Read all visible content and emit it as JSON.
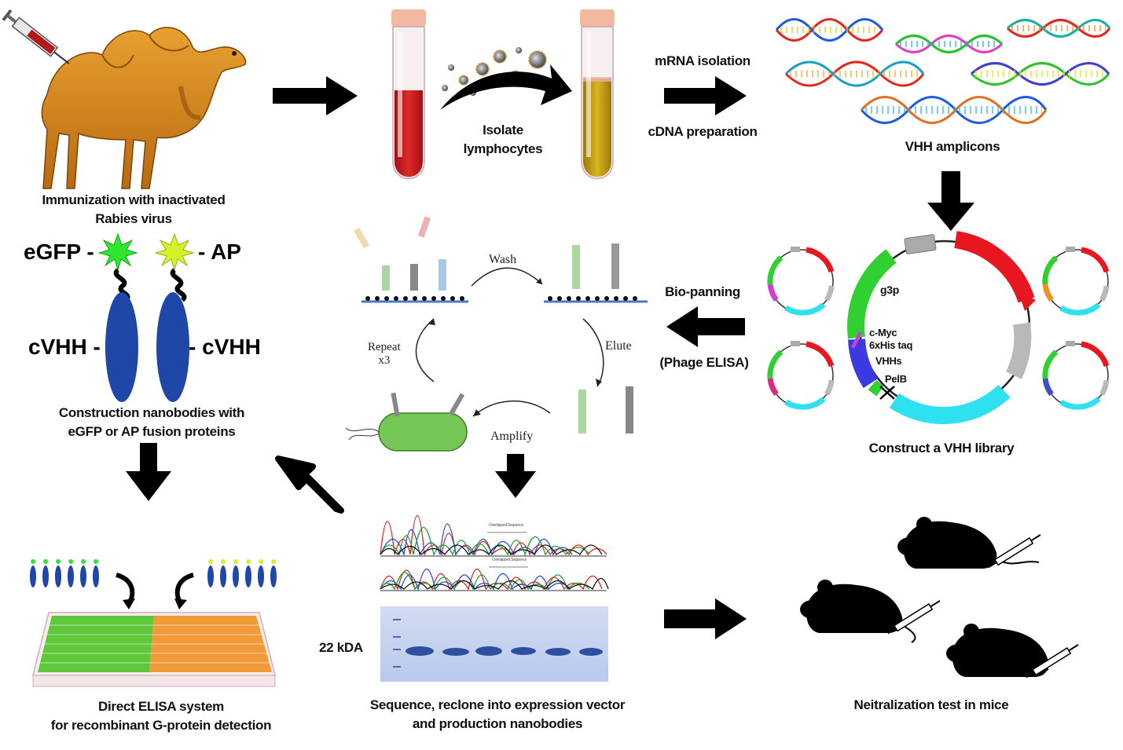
{
  "labels": {
    "immunization_l1": "Immunization with inactivated",
    "immunization_l2": "Rabies virus",
    "isolate_l1": "Isolate",
    "isolate_l2": "lymphocytes",
    "mrna": "mRNA isolation",
    "cdna": "cDNA preparation",
    "vhh_amplicons": "VHH amplicons",
    "biopanning": "Bio-panning",
    "phage_elisa": "(Phage ELISA)",
    "construct_library": "Construct a VHH library",
    "wash": "Wash",
    "elute": "Elute",
    "amplify": "Amplify",
    "repeat_l1": "Repeat",
    "repeat_l2": "x3",
    "egfp": "eGFP -",
    "ap": "- AP",
    "cvhh_left": "cVHH -",
    "cvhh_right": "- cVHH",
    "construction_l1": "Construction nanobodies with",
    "construction_l2": "eGFP or AP fusion proteins",
    "elisa_l1": "Direct ELISA system",
    "elisa_l2": "for recombinant G-protein  detection",
    "sequence_l1": "Sequence, reclone into expression vector",
    "sequence_l2": "and production nanobodies",
    "kda": "22 kDA",
    "neutralization": "Neitralization  test in mice"
  },
  "plasmid_labels": {
    "g3p": "g3p",
    "cmyc": "c-Myc",
    "his": "6xHis taq",
    "vhhs": "VHHs",
    "pelb": "PelB"
  },
  "chromatogram_labels": {
    "top": "Overlapped Sequence",
    "bottom": "Overlapped Sequence"
  },
  "colors": {
    "arrow": "#000000",
    "blood": "#c8191e",
    "plasma": "#c8a21a",
    "camel": "#d98a1c",
    "nanobody": "#1f47a8",
    "egfp": "#2ee62e",
    "ap": "#d6f02a",
    "gel": "#c5d3ee",
    "band": "#2c4fa0"
  }
}
